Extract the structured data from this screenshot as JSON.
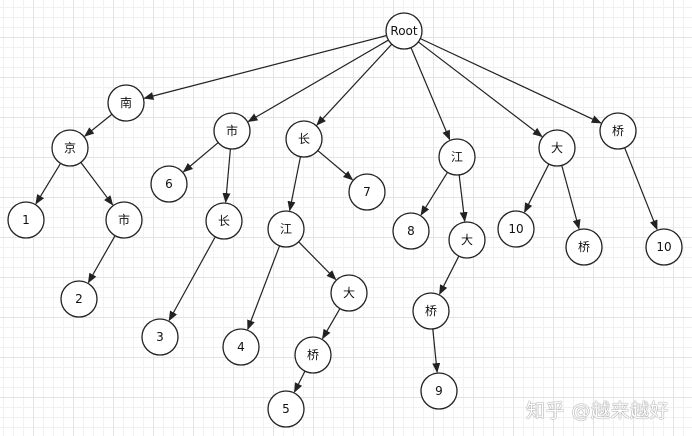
{
  "diagram": {
    "type": "tree",
    "nodes": [
      {
        "id": "root",
        "label": "Root",
        "parent": null
      },
      {
        "id": "n1",
        "label": "南",
        "parent": "root"
      },
      {
        "id": "n1a",
        "label": "京",
        "parent": "n1"
      },
      {
        "id": "n1a1",
        "label": "1",
        "parent": "n1a"
      },
      {
        "id": "n1a2",
        "label": "市",
        "parent": "n1a"
      },
      {
        "id": "n1a2a",
        "label": "2",
        "parent": "n1a2"
      },
      {
        "id": "n2",
        "label": "市",
        "parent": "root"
      },
      {
        "id": "n2a",
        "label": "6",
        "parent": "n2"
      },
      {
        "id": "n2b",
        "label": "长",
        "parent": "n2"
      },
      {
        "id": "n2b1",
        "label": "3",
        "parent": "n2b"
      },
      {
        "id": "n3",
        "label": "长",
        "parent": "root"
      },
      {
        "id": "n3a",
        "label": "江",
        "parent": "n3"
      },
      {
        "id": "n3a1",
        "label": "4",
        "parent": "n3a"
      },
      {
        "id": "n3a2",
        "label": "大",
        "parent": "n3a"
      },
      {
        "id": "n3a2a",
        "label": "桥",
        "parent": "n3a2"
      },
      {
        "id": "n3a2a1",
        "label": "5",
        "parent": "n3a2a"
      },
      {
        "id": "n3b",
        "label": "7",
        "parent": "n3"
      },
      {
        "id": "n4",
        "label": "江",
        "parent": "root"
      },
      {
        "id": "n4a",
        "label": "8",
        "parent": "n4"
      },
      {
        "id": "n4b",
        "label": "大",
        "parent": "n4"
      },
      {
        "id": "n4b1",
        "label": "桥",
        "parent": "n4b"
      },
      {
        "id": "n4b1a",
        "label": "9",
        "parent": "n4b1"
      },
      {
        "id": "n5",
        "label": "大",
        "parent": "root"
      },
      {
        "id": "n5a",
        "label": "10",
        "parent": "n5"
      },
      {
        "id": "n5b",
        "label": "桥",
        "parent": "n5"
      },
      {
        "id": "n6",
        "label": "桥",
        "parent": "root"
      },
      {
        "id": "n6a",
        "label": "10",
        "parent": "n6"
      }
    ]
  },
  "watermark": "知乎 @越来越好",
  "colors": {
    "stroke": "#222222",
    "fill": "#ffffff"
  }
}
